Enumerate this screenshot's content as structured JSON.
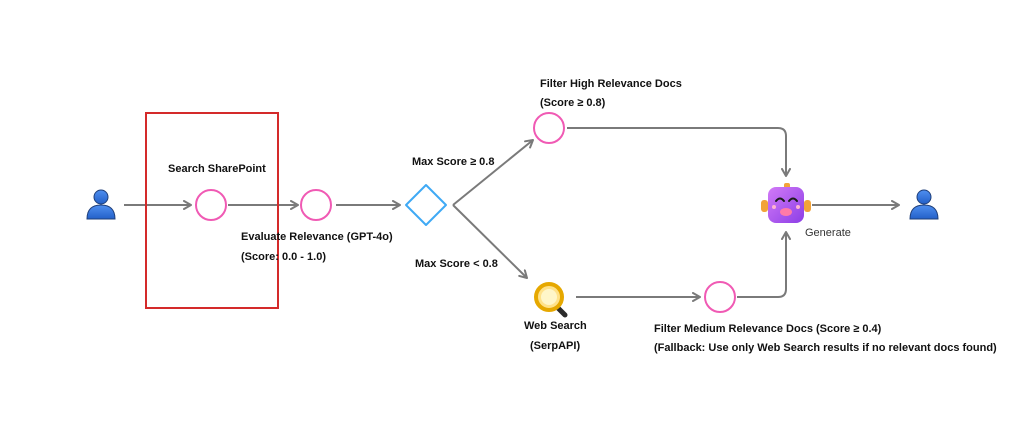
{
  "colors": {
    "arrow": "#7a7a7a",
    "node_stroke": "#f05ab4",
    "decision_stroke": "#3fa9f5",
    "user_icon": "#2f6fd6",
    "highlight_box": "#d42a2a",
    "search_icon": "#f2b705",
    "robot": "#b45af0"
  },
  "nodes": {
    "search_sharepoint": "Search SharePoint",
    "evaluate_relevance": "Evaluate Relevance (GPT-4o)",
    "evaluate_relevance_score": "(Score: 0.0 - 1.0)",
    "max_score_high": "Max Score ≥ 0.8",
    "max_score_low": "Max Score < 0.8",
    "filter_high": "Filter High Relevance Docs",
    "filter_high_score": "(Score ≥ 0.8)",
    "web_search": "Web Search",
    "web_search_api": "(SerpAPI)",
    "filter_medium": "Filter Medium Relevance Docs (Score ≥ 0.4)",
    "filter_medium_fallback": "(Fallback: Use only Web Search results if no relevant docs found)",
    "generate": "Generate"
  },
  "icons": {
    "input_user": "user-icon",
    "output_user": "user-icon",
    "web_search": "magnifier-icon",
    "generate": "robot-icon"
  }
}
